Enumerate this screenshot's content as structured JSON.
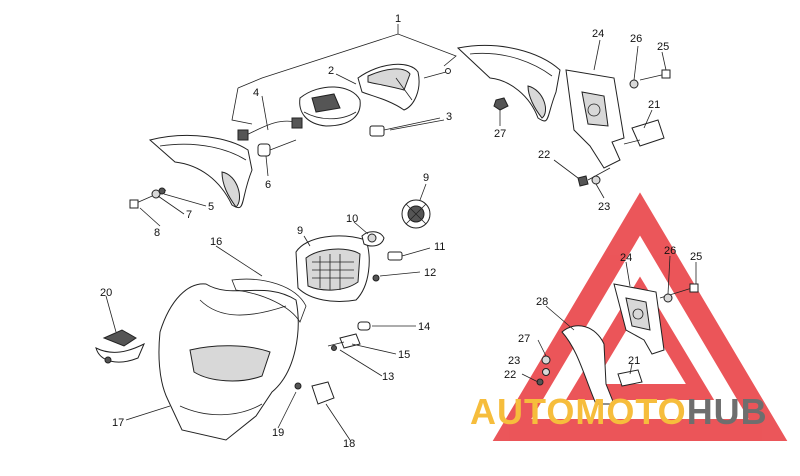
{
  "callouts": {
    "n1": "1",
    "n2": "2",
    "n3": "3",
    "n4": "4",
    "n5": "5",
    "n6": "6",
    "n7": "7",
    "n8": "8",
    "n9a": "9",
    "n9b": "9",
    "n10": "10",
    "n11": "11",
    "n12": "12",
    "n13": "13",
    "n14": "14",
    "n15": "15",
    "n16": "16",
    "n17": "17",
    "n18": "18",
    "n19": "19",
    "n20": "20",
    "n21a": "21",
    "n21b": "21",
    "n22a": "22",
    "n22b": "22",
    "n23a": "23",
    "n23b": "23",
    "n24a": "24",
    "n24b": "24",
    "n25a": "25",
    "n25b": "25",
    "n26a": "26",
    "n26b": "26",
    "n27a": "27",
    "n27b": "27",
    "n28": "28"
  },
  "watermark": {
    "part1": "AUTO",
    "part2": "MOTO",
    "part3": "HUB",
    "colors": {
      "red": "#e8383d",
      "yellow": "#f6bd3c",
      "gray": "#6e6e6e"
    }
  }
}
